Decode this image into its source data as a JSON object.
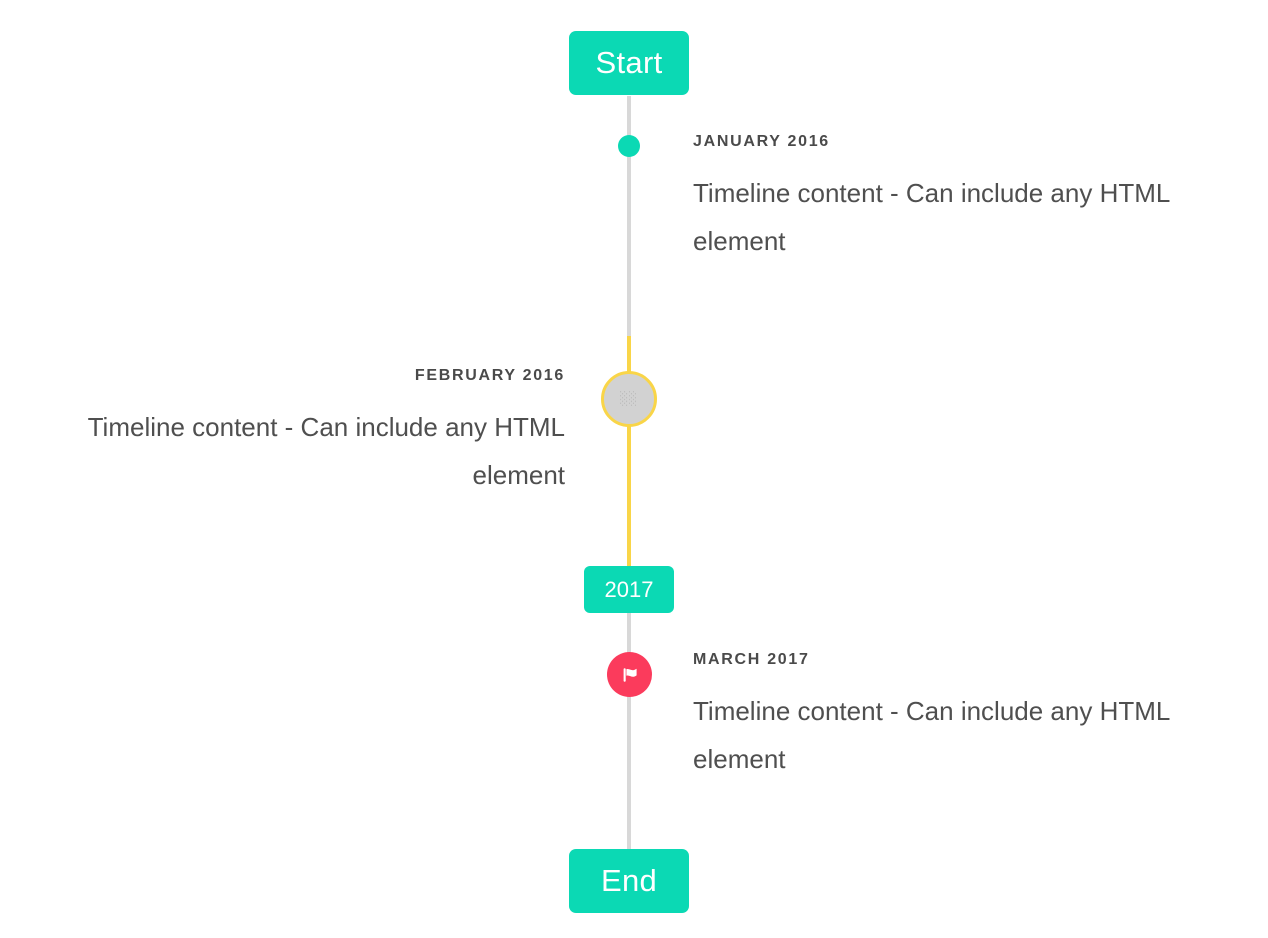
{
  "colors": {
    "accent_teal": "#0bd9b4",
    "axis_gray": "#d8d8d8",
    "axis_yellow": "#f9d548",
    "marker_pink": "#fb3b5c",
    "marker_ring_fill": "#d2d2d2",
    "text_dark": "#4a4a4a",
    "text_body": "#4f4f4f",
    "background": "#ffffff"
  },
  "timeline": {
    "start_badge": {
      "label": "Start"
    },
    "end_badge": {
      "label": "End"
    },
    "divider_badge": {
      "label": "2017"
    },
    "ring_marker_glyph": "░░",
    "entries": [
      {
        "date": "JANUARY 2016",
        "body": "Timeline content - Can include any HTML element",
        "side": "right",
        "marker": "dot-icon"
      },
      {
        "date": "FEBRUARY 2016",
        "body": "Timeline content - Can include any HTML element",
        "side": "left",
        "marker": "ring-icon"
      },
      {
        "date": "MARCH 2017",
        "body": "Timeline content - Can include any HTML element",
        "side": "right",
        "marker": "flag-icon"
      }
    ]
  }
}
